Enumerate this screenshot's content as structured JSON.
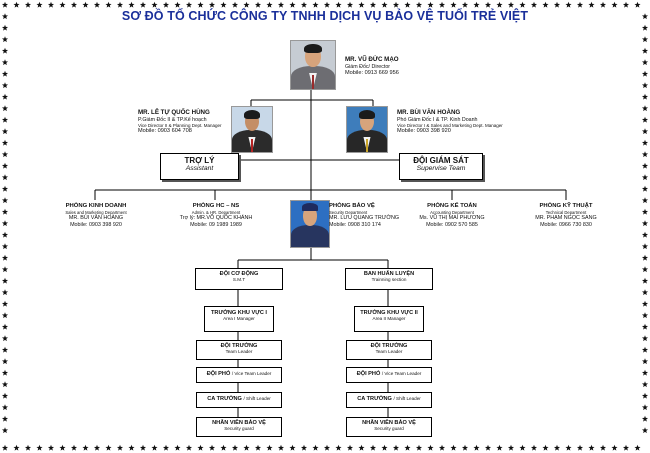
{
  "title": "SƠ ĐỒ TỔ CHỨC CÔNG TY TNHH DỊCH VỤ BẢO VỆ TUỔI TRẺ VIỆT",
  "director": {
    "name": "MR. VŨ ĐỨC MẠO",
    "role": "Giám Đốc/ Director",
    "mobile": "Mobile: 0913 669 956"
  },
  "deputy_left": {
    "name": "MR. LÊ TỰ QUỐC HÙNG",
    "role": "P.Giám Đốc II & TP.Kế hoạch",
    "role_en": "Vice Director II & Planning Dept. Manager",
    "mobile": "Mobile: 0903 604 708"
  },
  "deputy_right": {
    "name": "MR. BÙI VĂN HOÀNG",
    "role": "Phó Giám Đốc I & TP. Kinh Doanh",
    "role_en": "Vice Director I & Sales and Marketing Dept. Manager",
    "mobile": "Mobile: 0903 398 920"
  },
  "assistant": {
    "title": "TRỢ LÝ",
    "subtitle": "Assistant"
  },
  "supervise": {
    "title": "ĐỘI GIÁM SÁT",
    "subtitle": "Supervise Team"
  },
  "departments": [
    {
      "name": "PHÒNG KINH DOANH",
      "role_en": "Sales and Marketing Department",
      "person": "MR. BÙI VĂN HOÀNG",
      "mobile": "Mobile: 0903 398 920"
    },
    {
      "name": "PHÒNG HC – NS",
      "role_en": "Admin. & HR. Department",
      "person": "Trợ lý: MR.VÕ QUỐC KHÁNH",
      "mobile": "Mobile: 09 1989 1989"
    },
    {
      "name": "PHÒNG BẢO VỆ",
      "role_en": "Security Department",
      "person": "MR. LƯU QUANG TRƯỜNG",
      "mobile": "Mobile: 0908 310 174"
    },
    {
      "name": "PHÒNG KẾ TOÁN",
      "role_en": "Accounting Department",
      "person": "Ms. VŨ THỊ MAI PHƯƠNG",
      "mobile": "Mobile: 0902 570 585"
    },
    {
      "name": "PHÒNG KỸ THUẬT",
      "role_en": "Technical Department",
      "person": "MR. PHẠM NGỌC SANG",
      "mobile": "Mobile: 0966 730 830"
    }
  ],
  "left_col": {
    "unit": {
      "vi": "ĐỘI CƠ ĐỘNG",
      "en": "S.M.T"
    },
    "area": {
      "vi": "TRƯỞNG KHU VỰC I",
      "en": "Area I Manager"
    },
    "team_leader": {
      "vi": "ĐỘI TRƯỞNG",
      "en": "Team Leader"
    },
    "vice_leader": {
      "vi": "ĐỘI PHÓ",
      "en": "/ Vice Team Leader"
    },
    "shift_leader": {
      "vi": "CA TRƯỞNG",
      "en": "/ Shift Leader"
    },
    "guard": {
      "vi": "NHÂN VIÊN BẢO VỆ",
      "en": "Security guard"
    }
  },
  "right_col": {
    "unit": {
      "vi": "BAN HUẤN LUYỆN",
      "en": "Trainning section"
    },
    "area": {
      "vi": "TRƯỞNG KHU VỰC II",
      "en": "Area II Manager"
    },
    "team_leader": {
      "vi": "ĐỘI TRƯỞNG",
      "en": "Team Leader"
    },
    "vice_leader": {
      "vi": "ĐỘI PHÓ",
      "en": "/ Vice Team Leader"
    },
    "shift_leader": {
      "vi": "CA TRƯỞNG",
      "en": "/ Shift Leader"
    },
    "guard": {
      "vi": "NHÂN VIÊN BẢO VỆ",
      "en": "Security guard"
    }
  },
  "colors": {
    "title": "#1a2f9a",
    "border_star": "#111111",
    "line": "#000000"
  }
}
